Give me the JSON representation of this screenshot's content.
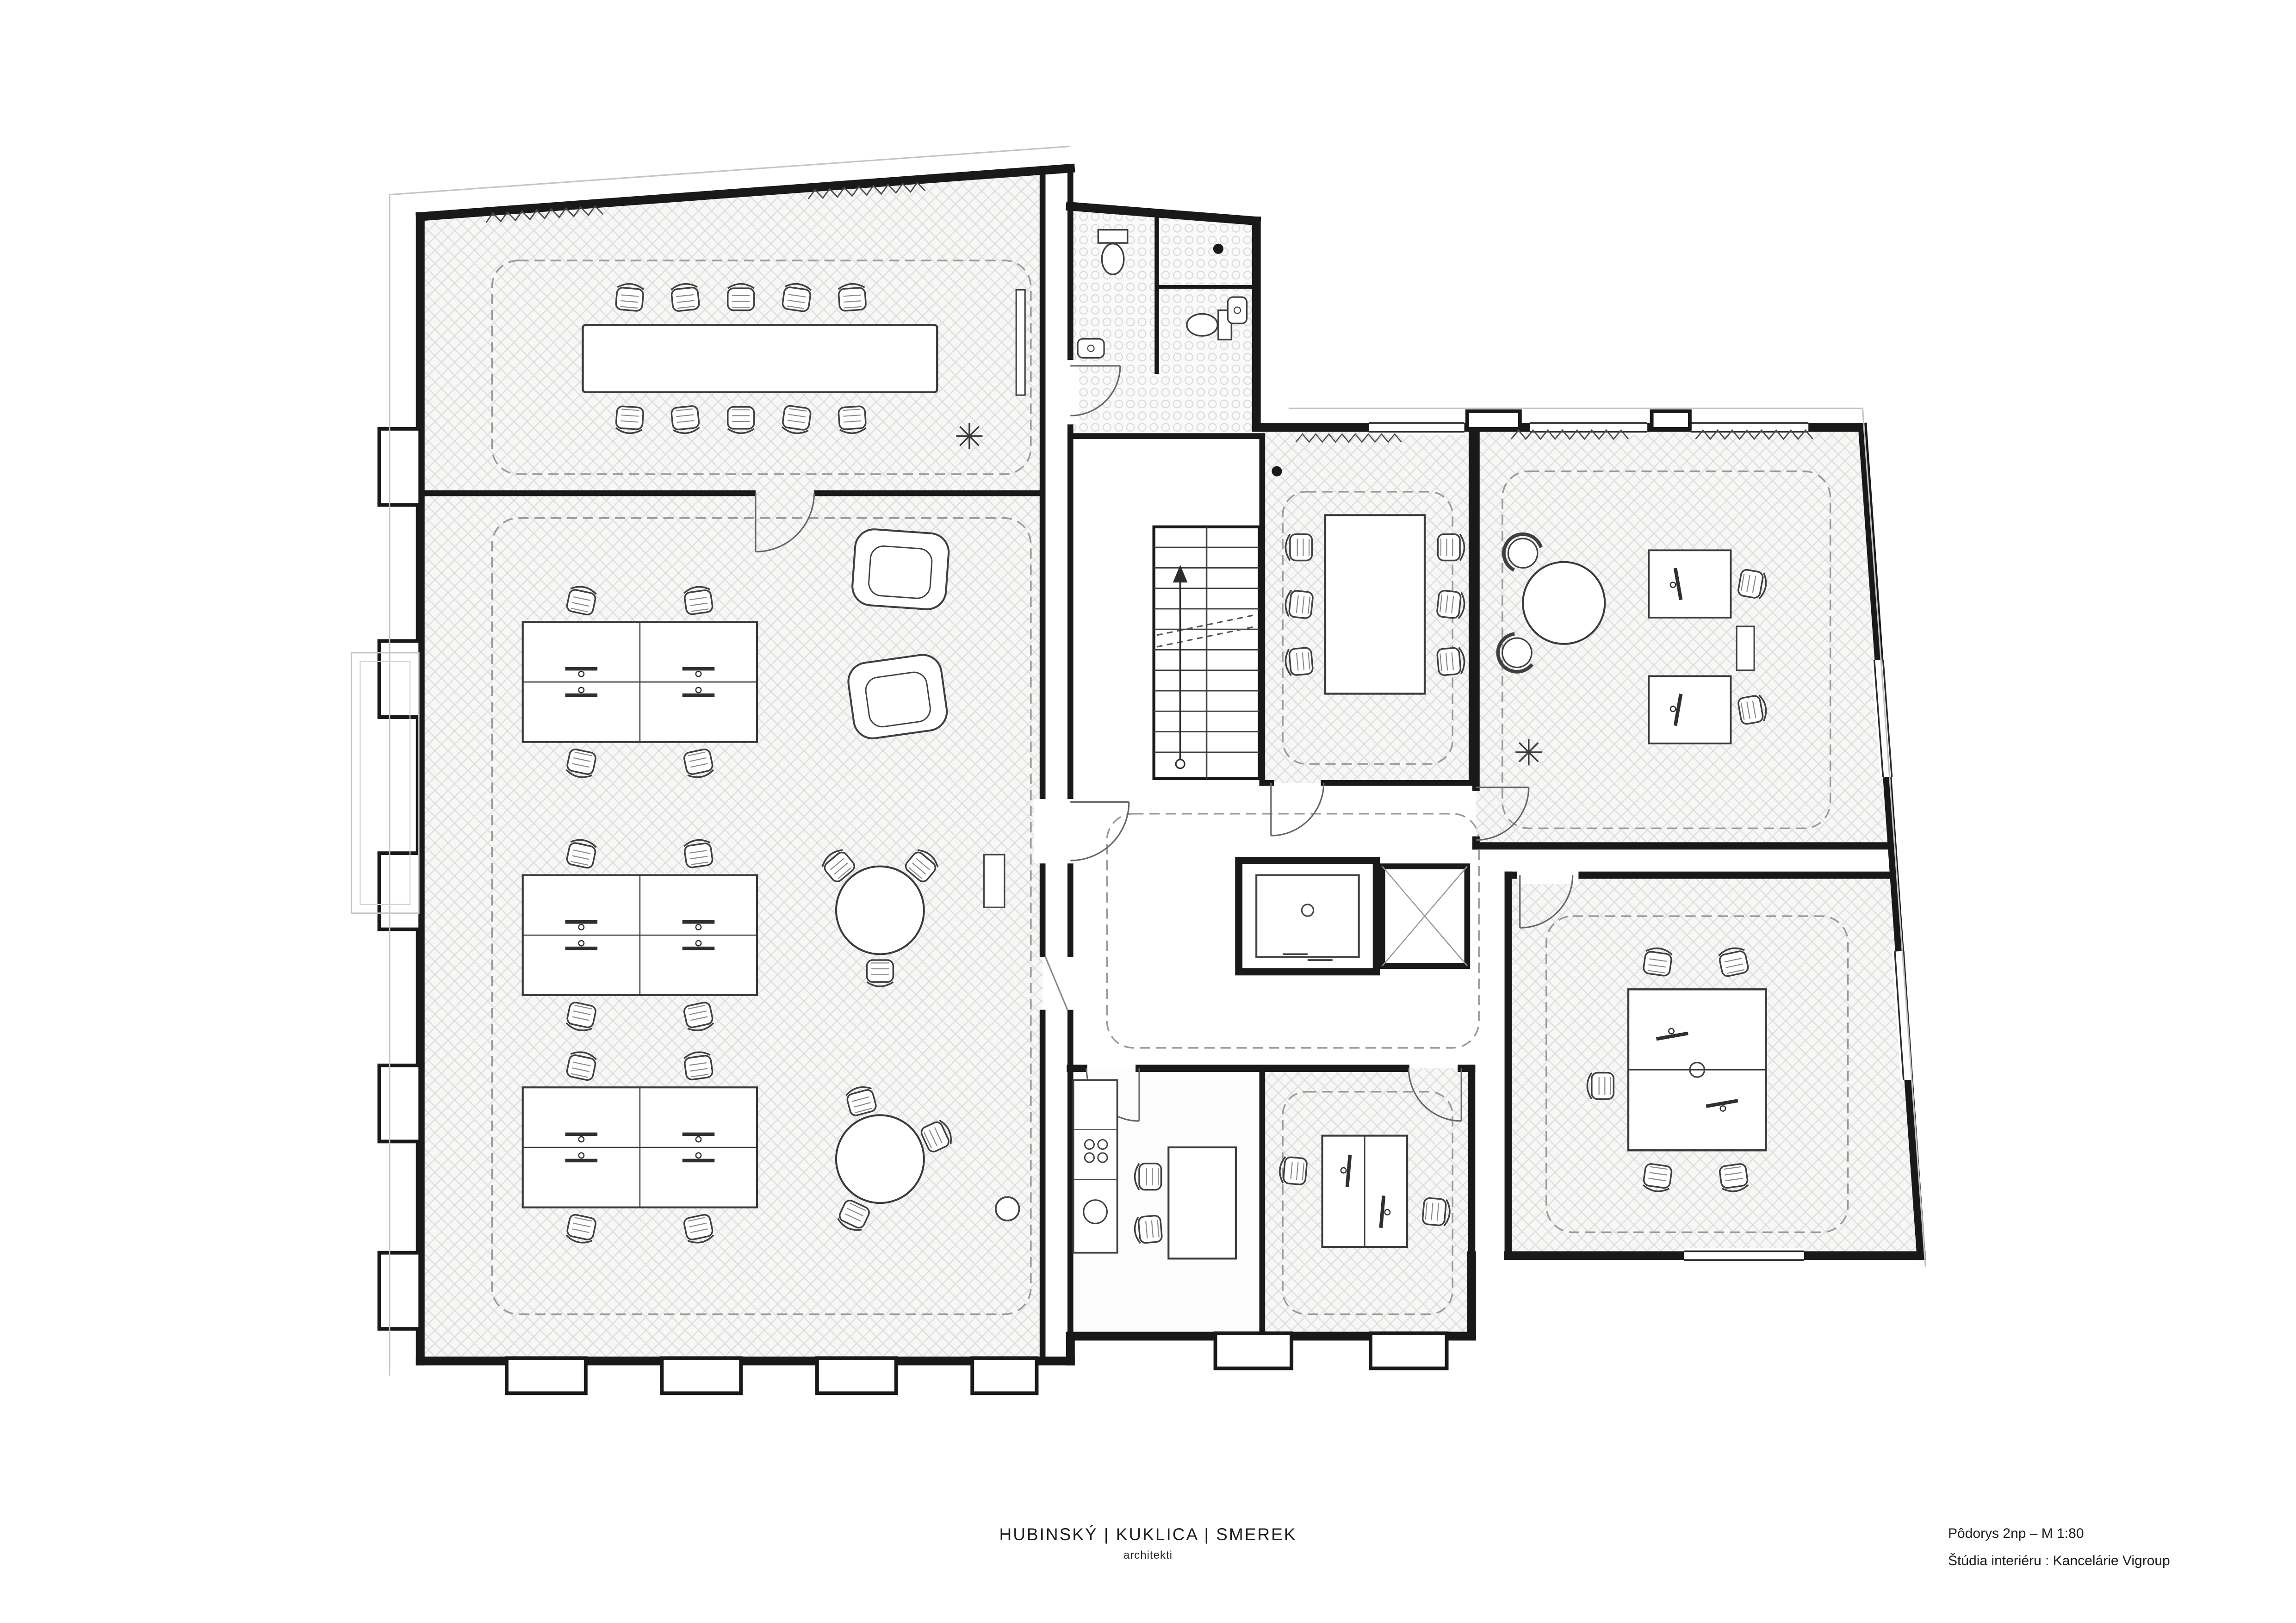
{
  "drawing": {
    "type": "architectural-floor-plan",
    "content": "office floor plan with conference room, open office desk clusters, meeting rooms, stair core, elevator, toilets and kitchen"
  },
  "colors": {
    "wall": "#191919",
    "furniture_line": "#3f3f3f",
    "hatch_line": "#dcdcdc",
    "floor_fill": "#f7f7f6",
    "dashed_zone": "#9a9a9a",
    "survey_line": "#c4c4c4",
    "text": "#1c1c1c"
  },
  "footer": {
    "architects": "HUBINSKÝ | KUKLICA | SMEREK",
    "architects_subtitle": "architekti",
    "drawing_title": "Pôdorys 2np – M 1:80",
    "drawing_subtitle": "Štúdia interiéru : Kancelárie Vigroup"
  }
}
